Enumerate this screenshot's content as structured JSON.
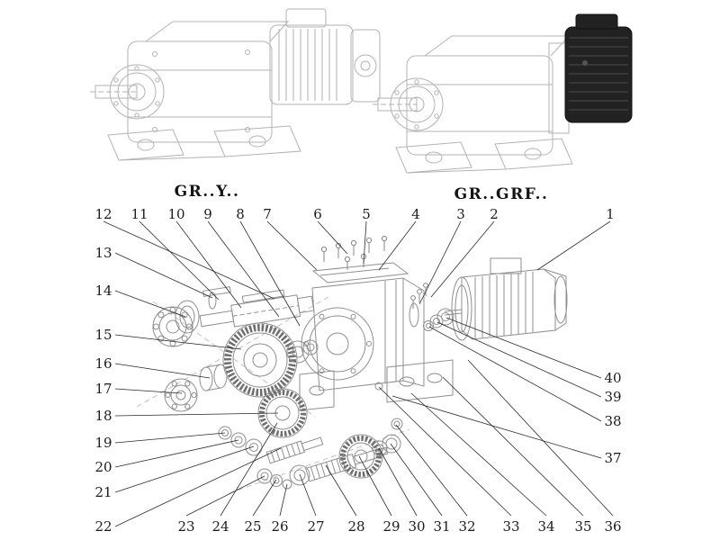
{
  "diagram": {
    "variant_labels": {
      "left": "GR..Y..",
      "right": "GR..GRF.."
    },
    "callouts": {
      "top": [
        "12",
        "11",
        "10",
        "9",
        "8",
        "7",
        "6",
        "5",
        "4",
        "3",
        "2",
        "1"
      ],
      "left": [
        "13",
        "14",
        "15",
        "16",
        "17",
        "18",
        "19",
        "20",
        "21",
        "22"
      ],
      "bottom": [
        "23",
        "24",
        "25",
        "26",
        "27",
        "28",
        "29",
        "30",
        "31",
        "32",
        "33",
        "34",
        "35",
        "36"
      ],
      "right": [
        "40",
        "39",
        "38",
        "37"
      ]
    },
    "colors": {
      "line_art": "#b3b3b3",
      "exploded_lines": "#8f8f8f",
      "callout_text": "#1c1c1c",
      "dark_cover": "#222222"
    }
  }
}
